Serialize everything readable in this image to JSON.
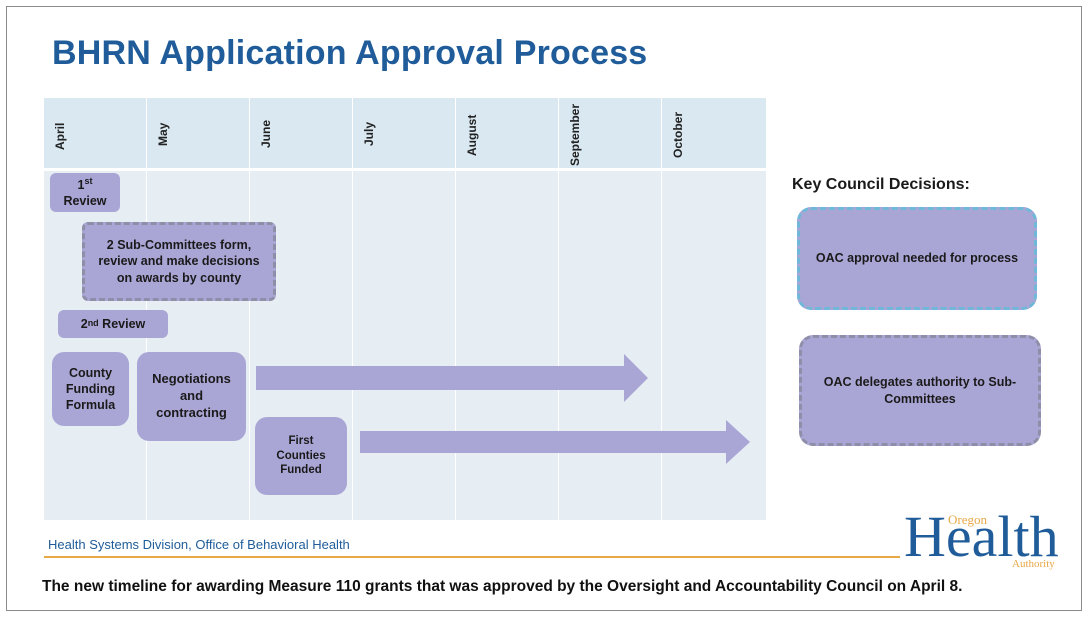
{
  "slide": {
    "title": "BHRN Application Approval Process",
    "months": [
      "April",
      "May",
      "June",
      "July",
      "August",
      "September",
      "October"
    ],
    "steps": {
      "first_review": {
        "ordinal": "1",
        "suffix": "st",
        "label": "Review"
      },
      "subcommittees": "2 Sub-Committees form, review and make decisions on awards by county",
      "second_review": {
        "ordinal": "2",
        "suffix": "nd",
        "label": "Review"
      },
      "county_formula": "County Funding Formula",
      "negotiations": "Negotiations and contracting",
      "first_funded": "First Counties Funded"
    },
    "key_decisions": {
      "title": "Key Council Decisions:",
      "items": [
        "OAC approval needed for process",
        "OAC delegates authority to Sub-Committees"
      ]
    },
    "footer": "Health Systems Division, Office of Behavioral Health",
    "logo": {
      "top": "Oregon",
      "main": "Health",
      "bottom": "Authority"
    },
    "colors": {
      "title": "#1f5c99",
      "box": "#a9a6d6",
      "accent": "#e8a848",
      "timeline_bg": "#e6eef3"
    }
  },
  "caption": "The new timeline for awarding Measure 110 grants that was approved by the Oversight and Accountability Council on April 8."
}
